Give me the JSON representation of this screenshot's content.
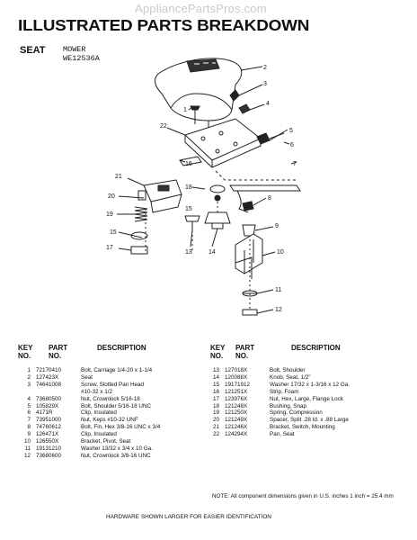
{
  "watermark": "AppliancePartsPros.com",
  "title": "ILLUSTRATED PARTS BREAKDOWN",
  "section": "SEAT",
  "model": {
    "line1": "MOWER",
    "line2": "WE12536A"
  },
  "callouts": [
    "1",
    "2",
    "3",
    "4",
    "5",
    "6",
    "7",
    "8",
    "9",
    "10",
    "11",
    "12",
    "13",
    "14",
    "15",
    "16",
    "17",
    "18",
    "19",
    "20",
    "21",
    "22"
  ],
  "columns": {
    "key": "KEY",
    "no": "NO.",
    "part": "PART",
    "partno": "NO.",
    "desc": "DESCRIPTION"
  },
  "parts_left": [
    {
      "key": "1",
      "part": "72170410",
      "desc": "Bolt, Carriage 1/4-20 x 1-1/4"
    },
    {
      "key": "2",
      "part": "127423X",
      "desc": "Seat"
    },
    {
      "key": "3",
      "part": "74641008",
      "desc": "Screw, Slotted Pan Head"
    },
    {
      "key": "",
      "part": "",
      "desc": "#10-32 x 1/2"
    },
    {
      "key": "4",
      "part": "73680500",
      "desc": "Nut, Crownlock 5/16-18"
    },
    {
      "key": "5",
      "part": "105829X",
      "desc": "Bolt, Shoulder 5/16-18 UNC"
    },
    {
      "key": "6",
      "part": "4171R",
      "desc": "Clip, Insulated"
    },
    {
      "key": "7",
      "part": "73951000",
      "desc": "Nut, Keps #10-32 UNF"
    },
    {
      "key": "8",
      "part": "74760612",
      "desc": "Bolt, Fin, Hex 3/8-16 UNC x 3/4"
    },
    {
      "key": "9",
      "part": "126471X",
      "desc": "Clip, Insulated"
    },
    {
      "key": "10",
      "part": "126550X",
      "desc": "Bracket, Pivot, Seat"
    },
    {
      "key": "11",
      "part": "19131210",
      "desc": "Washer 13/32 x 3/4 x 10 Ga."
    },
    {
      "key": "12",
      "part": "73680600",
      "desc": "Nut, Crownlock 3/8-16 UNC"
    }
  ],
  "parts_right": [
    {
      "key": "13",
      "part": "127018X",
      "desc": "Bolt, Shoulder"
    },
    {
      "key": "14",
      "part": "120088X",
      "desc": "Knob, Seat, 1/2\""
    },
    {
      "key": "15",
      "part": "19171912",
      "desc": "Washer 17/32 x 1-3/16 x 12 Ga."
    },
    {
      "key": "16",
      "part": "121251X",
      "desc": "Strip, Foam"
    },
    {
      "key": "17",
      "part": "123976X",
      "desc": "Nut, Hex, Large, Flange Lock"
    },
    {
      "key": "18",
      "part": "121248X",
      "desc": "Bushing, Snap"
    },
    {
      "key": "19",
      "part": "121250X",
      "desc": "Spring, Compression"
    },
    {
      "key": "20",
      "part": "121249X",
      "desc": "Spacer, Split .28 Id. x .88 Large"
    },
    {
      "key": "21",
      "part": "121246X",
      "desc": "Bracket, Switch, Mounting"
    },
    {
      "key": "22",
      "part": "124294X",
      "desc": "Pan, Seat"
    }
  ],
  "note": "NOTE: All component dimensions given in U.S. inches 1 inch = 25.4 mm",
  "footer": "HARDWARE SHOWN LARGER FOR EASIER IDENTIFICATION"
}
